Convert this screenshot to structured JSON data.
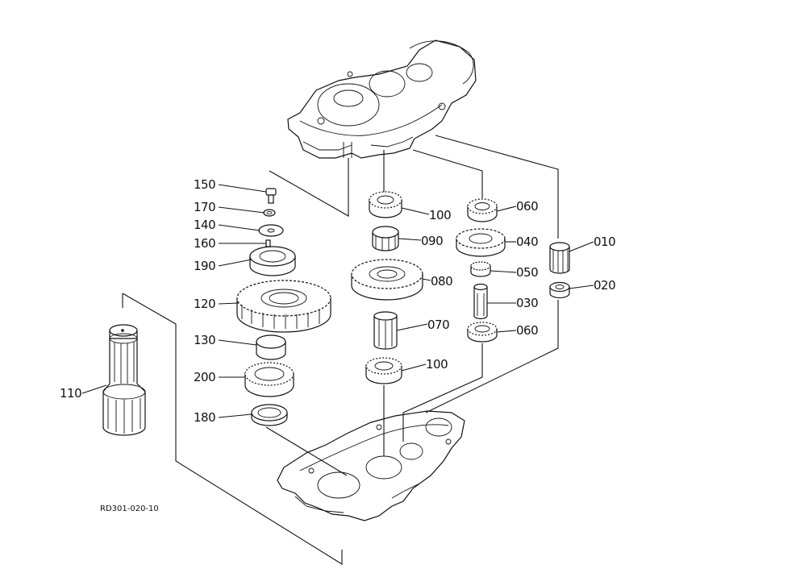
{
  "drawing_code": "RD301-020-10",
  "callouts": {
    "c010": "010",
    "c020": "020",
    "c030": "030",
    "c040": "040",
    "c050": "050",
    "c060a": "060",
    "c060b": "060",
    "c070": "070",
    "c080": "080",
    "c090": "090",
    "c100a": "100",
    "c100b": "100",
    "c110": "110",
    "c120": "120",
    "c130": "130",
    "c140": "140",
    "c150": "150",
    "c160": "160",
    "c170": "170",
    "c180": "180",
    "c190": "190",
    "c200": "200"
  }
}
